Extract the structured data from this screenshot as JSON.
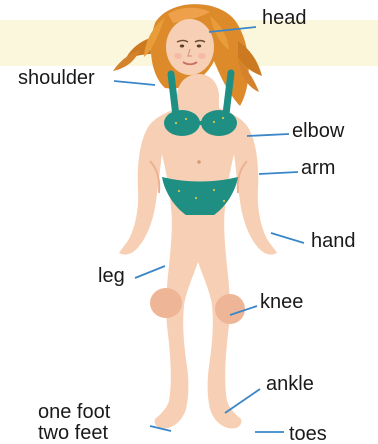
{
  "colors": {
    "skin": "#f7cfb4",
    "skin_shadow": "#efb597",
    "hair": "#dd8a2b",
    "swimsuit": "#1f8f83",
    "leader_line": "#3a86c8",
    "background_band": "#fbf7dd"
  },
  "labels": {
    "head": "head",
    "shoulder": "shoulder",
    "elbow": "elbow",
    "arm": "arm",
    "hand": "hand",
    "leg": "leg",
    "knee": "knee",
    "ankle": "ankle",
    "foot_singular": "one foot",
    "foot_plural": "two feet",
    "toes": "toes"
  }
}
